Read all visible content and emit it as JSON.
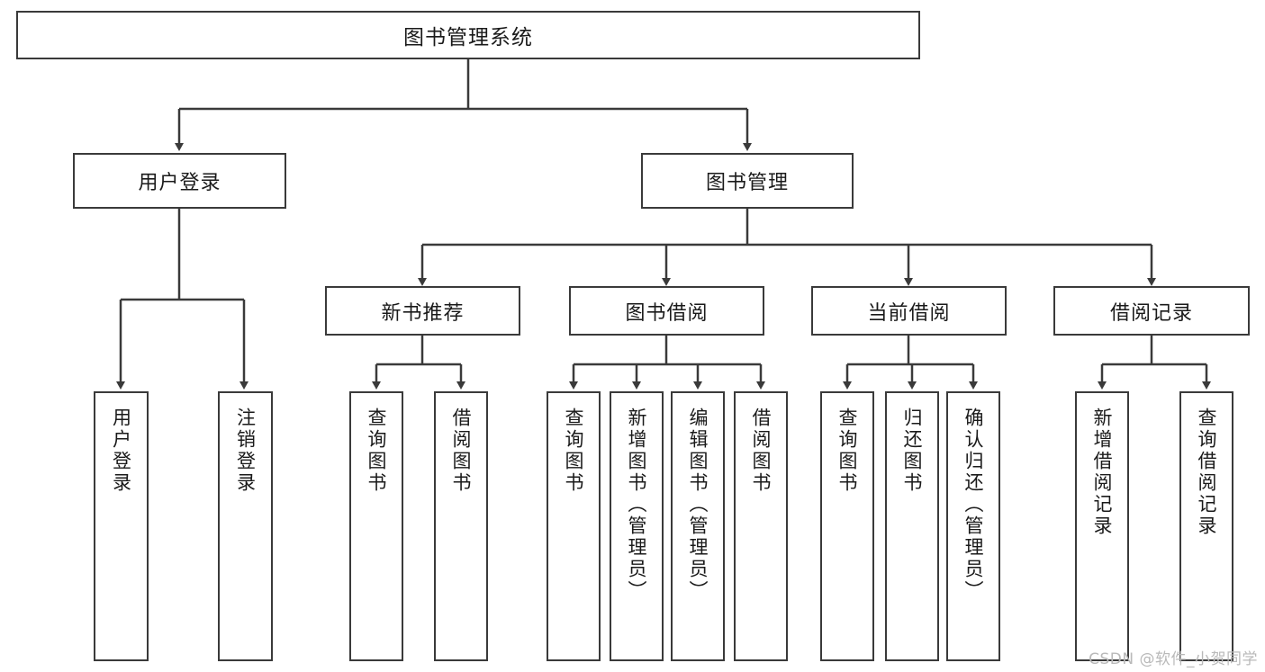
{
  "diagram": {
    "title": "图书管理系统",
    "watermark": "CSDN @软件_小贺同学",
    "levels": {
      "root": {
        "label": "图书管理系统"
      },
      "level2": [
        {
          "label": "用户登录"
        },
        {
          "label": "图书管理"
        }
      ],
      "level3": [
        {
          "label": "新书推荐"
        },
        {
          "label": "图书借阅"
        },
        {
          "label": "当前借阅"
        },
        {
          "label": "借阅记录"
        }
      ],
      "leaves": [
        {
          "label": "用户登录",
          "parent": "用户登录"
        },
        {
          "label": "注销登录",
          "parent": "用户登录"
        },
        {
          "label": "查询图书",
          "parent": "新书推荐"
        },
        {
          "label": "借阅图书",
          "parent": "新书推荐"
        },
        {
          "label": "查询图书",
          "parent": "图书借阅"
        },
        {
          "label": "新增图书（管理员）",
          "parent": "图书借阅"
        },
        {
          "label": "编辑图书（管理员）",
          "parent": "图书借阅"
        },
        {
          "label": "借阅图书",
          "parent": "图书借阅"
        },
        {
          "label": "查询图书",
          "parent": "当前借阅"
        },
        {
          "label": "归还图书",
          "parent": "当前借阅"
        },
        {
          "label": "确认归还（管理员）",
          "parent": "当前借阅"
        },
        {
          "label": "新增借阅记录",
          "parent": "借阅记录"
        },
        {
          "label": "查询借阅记录",
          "parent": "借阅记录"
        }
      ]
    },
    "colors": {
      "stroke": "#3a3a3a",
      "background": "#ffffff",
      "text": "#1a1a1a",
      "watermark": "#b9b9b9"
    }
  }
}
